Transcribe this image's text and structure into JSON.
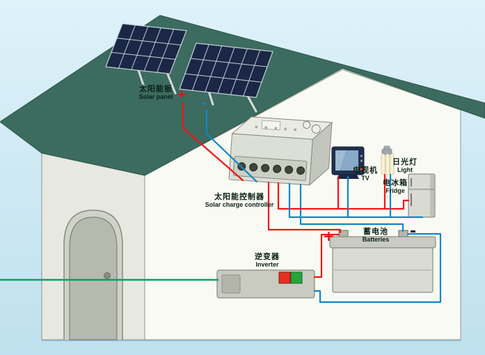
{
  "labels": {
    "solar_panel": {
      "zh": "太阳能板",
      "en": "Solar panel"
    },
    "controller": {
      "zh": "太阳能控制器",
      "en": "Solar charge controller"
    },
    "tv": {
      "zh": "电视机",
      "en": "TV"
    },
    "light": {
      "zh": "日光灯",
      "en": "Light"
    },
    "fridge": {
      "zh": "电冰箱",
      "en": "Fridge"
    },
    "batteries": {
      "zh": "蓄电池",
      "en": "Batteries"
    },
    "inverter": {
      "zh": "逆变器",
      "en": "Inverter"
    }
  },
  "signs": {
    "plus": "+",
    "minus": "-"
  },
  "colors": {
    "background_top": "#def2fa",
    "background_bottom": "#bfe0ee",
    "roof": "#3c6b5f",
    "wall_front": "#fafaf4",
    "wall_side": "#e7e8e0",
    "panel": "#1a2746",
    "wire_positive": "#f21414",
    "wire_negative": "#0b87c8",
    "wire_ac": "#00a368",
    "sign_positive": "#e81010",
    "sign_negative_panel": "#0b87c8",
    "sign_negative_battery": "#16293e"
  }
}
